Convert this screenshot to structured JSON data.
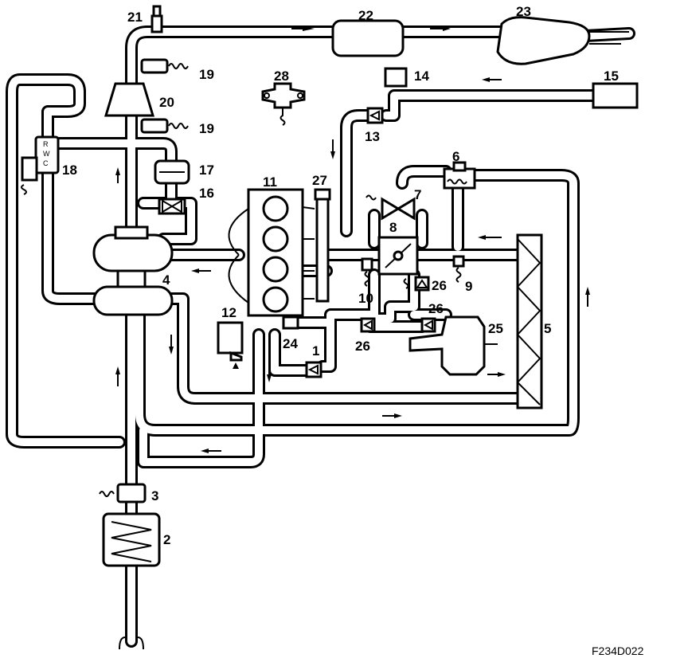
{
  "labels": {
    "l1": "1",
    "l2": "2",
    "l3": "3",
    "l4": "4",
    "l5": "5",
    "l6": "6",
    "l7": "7",
    "l8": "8",
    "l9": "9",
    "l10": "10",
    "l11": "11",
    "l12": "12",
    "l13": "13",
    "l14": "14",
    "l15": "15",
    "l16": "16",
    "l17": "17",
    "l18": "18",
    "l19a": "19",
    "l19b": "19",
    "l20": "20",
    "l21": "21",
    "l22": "22",
    "l23": "23",
    "l24": "24",
    "l25": "25",
    "l26a": "26",
    "l26b": "26",
    "l26c": "26",
    "l27": "27",
    "l28": "28"
  },
  "valve18": {
    "r": "R",
    "w": "W",
    "c": "C"
  },
  "figure_code": "F234D022"
}
